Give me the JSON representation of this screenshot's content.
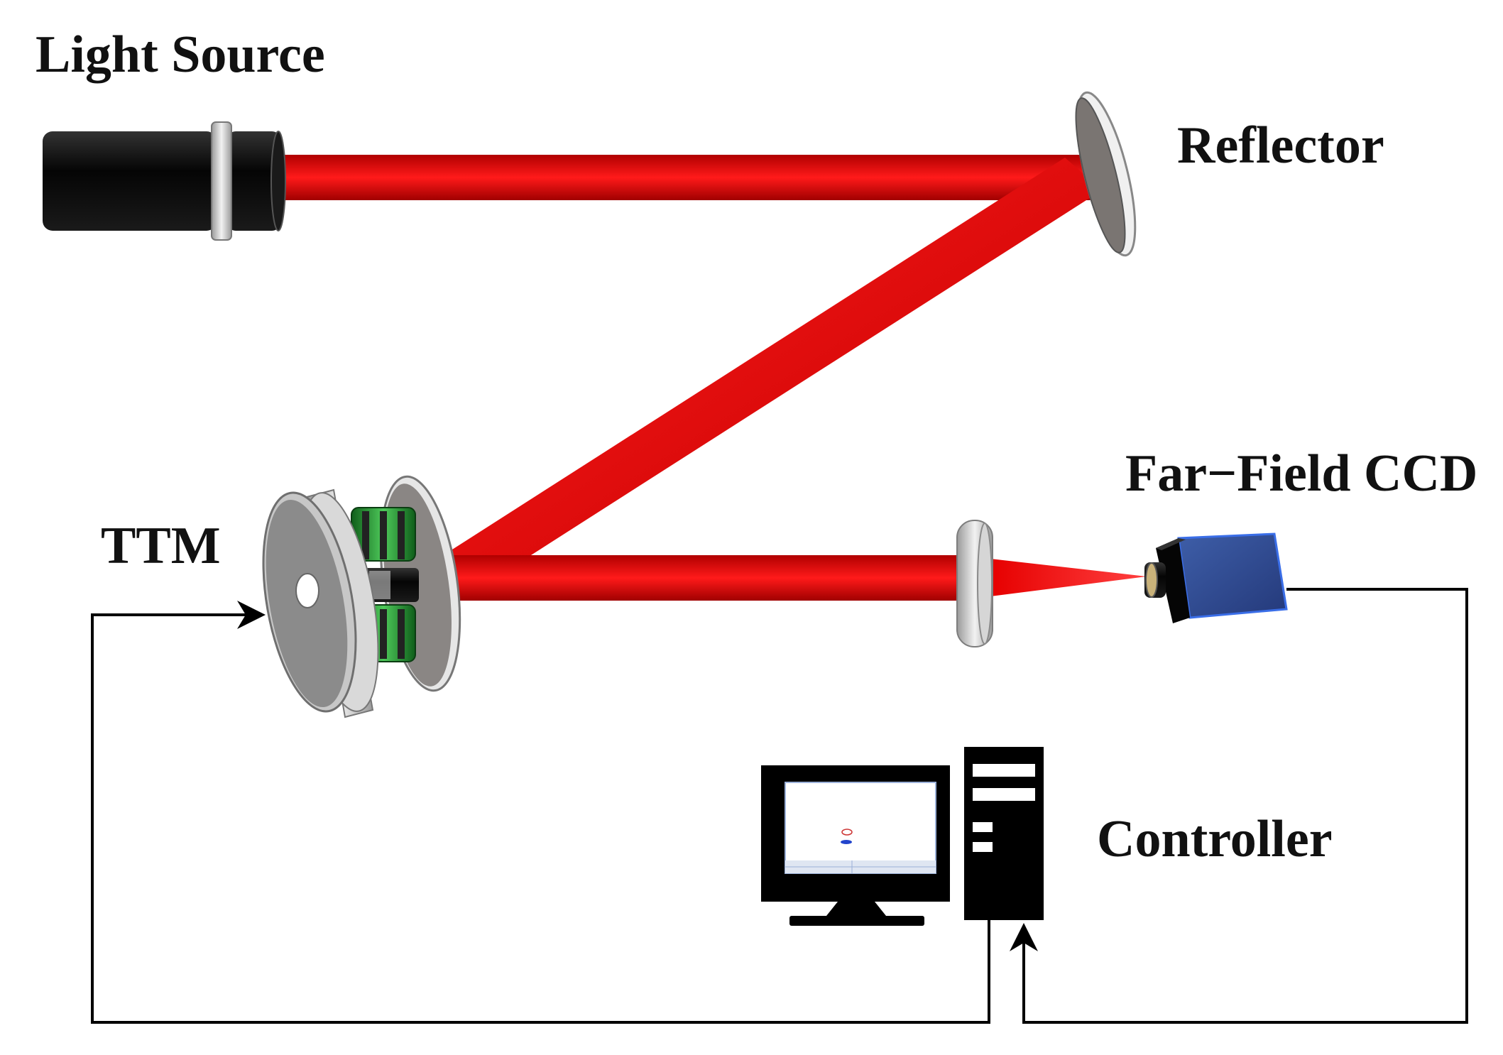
{
  "labels": {
    "light_source": "Light Source",
    "reflector": "Reflector",
    "far_field_ccd": "Far−Field CCD",
    "ttm": "TTM",
    "controller": "Controller"
  },
  "colors": {
    "beam": "#e60000",
    "beam_edge": "#a30000",
    "camera_blue": "#2e4a8c",
    "coil_green": "#2f9e3a",
    "wire": "#000000"
  },
  "icons": [
    "light-source-icon",
    "reflector-mirror-icon",
    "tip-tilt-mirror-icon",
    "focusing-lens-icon",
    "ccd-camera-icon",
    "computer-monitor-icon",
    "computer-tower-icon"
  ]
}
